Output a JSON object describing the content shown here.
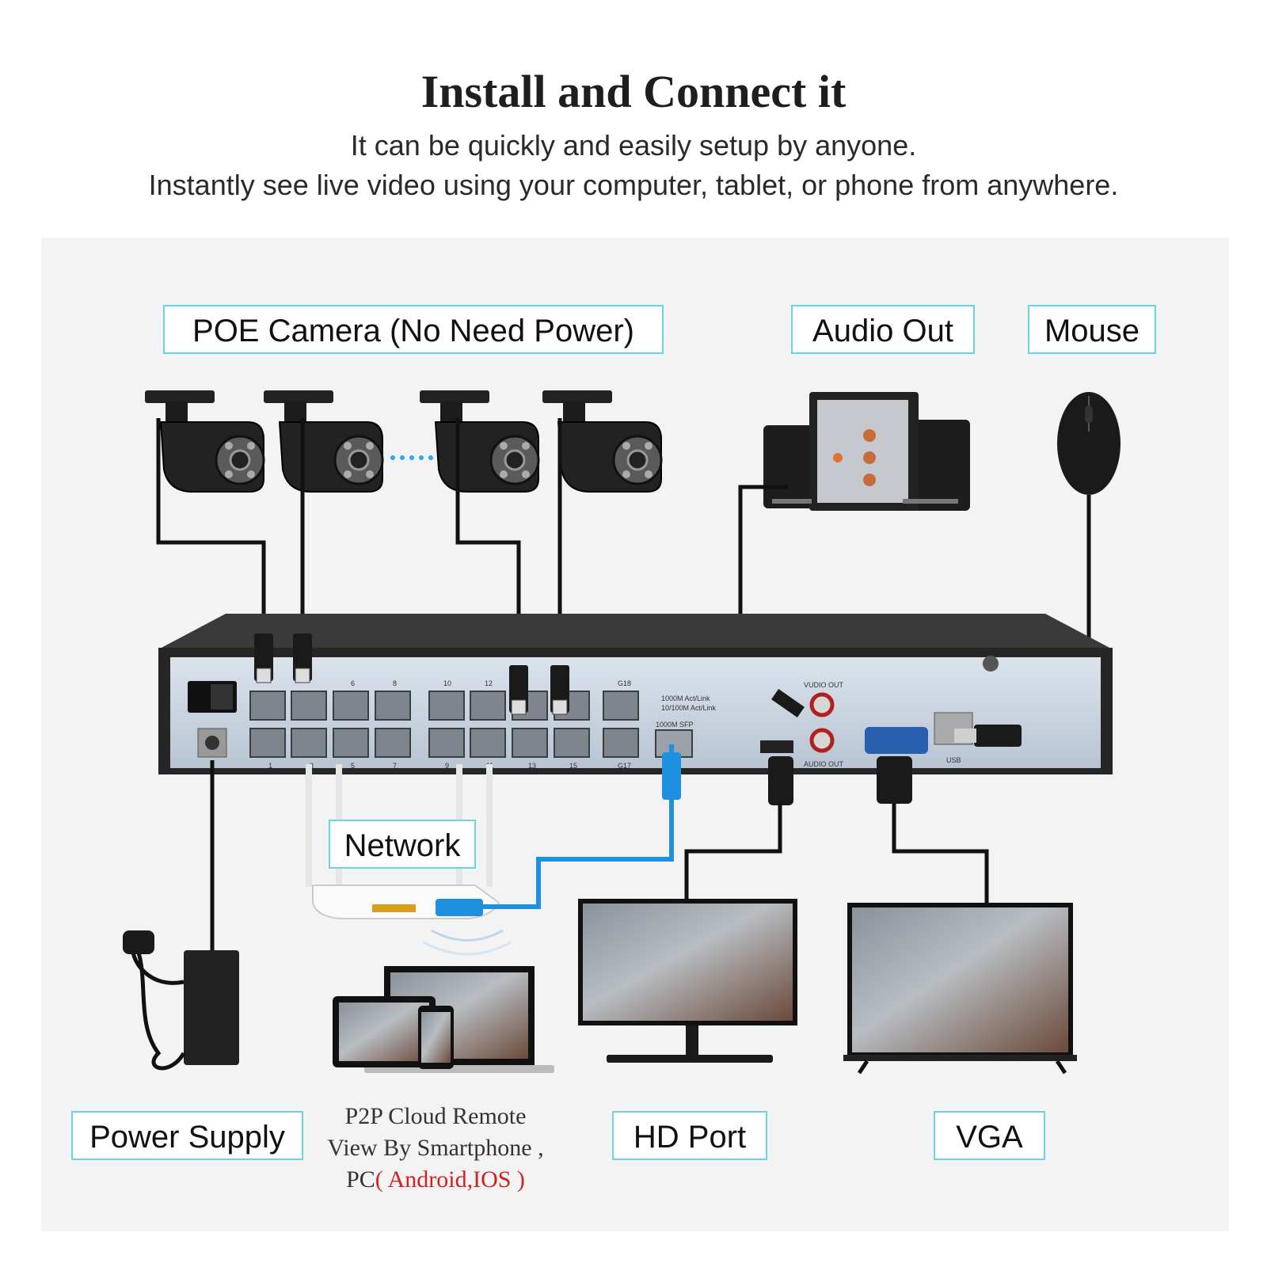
{
  "header": {
    "title": "Install and Connect it",
    "subtitle_line1": "It can be quickly and easily setup by anyone.",
    "subtitle_line2": "Instantly see live video using your computer, tablet, or phone from anywhere."
  },
  "labels": {
    "poe_camera": "POE Camera (No Need Power)",
    "audio_out": "Audio Out",
    "mouse": "Mouse",
    "network": "Network",
    "power_supply": "Power Supply",
    "hd_port": "HD Port",
    "vga": "VGA"
  },
  "p2p": {
    "line1": "P2P Cloud Remote",
    "line2": "View By Smartphone ,",
    "line3_prefix": "PC",
    "line3_red": "( Android,IOS )"
  },
  "nvr_panel": {
    "audio_out_top": "VUDIO OUT",
    "audio_out_bottom": "AUDIO OUT",
    "sfp_label": "1000M SFP",
    "usb_label": "USB",
    "legend_1": "1000M Act/Link",
    "legend_2": "10/100M Act/Link",
    "port_top_numbers": [
      "6",
      "8",
      "10",
      "12"
    ],
    "port_bottom_numbers": [
      "1",
      "3",
      "5",
      "7",
      "9",
      "11",
      "13",
      "15"
    ],
    "uplink_top": "G18",
    "uplink_bottom": "G17"
  },
  "colors": {
    "label_border": "#6cd4e0",
    "panel_bg": "#f3f3f3",
    "nvr_face": "#c9d3df",
    "network_cable": "#1f8fe0",
    "p2p_accent": "#d42020"
  }
}
